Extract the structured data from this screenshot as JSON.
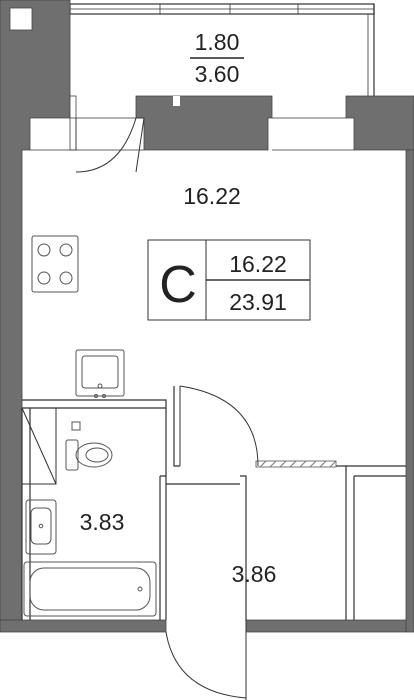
{
  "balcony": {
    "area_top": "1.80",
    "area_bottom": "3.60"
  },
  "rooms": {
    "living": "16.22",
    "bathroom": "3.83",
    "hallway": "3.86"
  },
  "legend": {
    "type_letter": "C",
    "living_area": "16.22",
    "total_area": "23.91"
  },
  "colors": {
    "wall": "#6f6f6f",
    "line": "#333333",
    "background": "#ffffff"
  },
  "icons": [
    "stove-icon",
    "kitchen-sink-icon",
    "toilet-icon",
    "bathroom-sink-icon",
    "bathtub-icon",
    "door-swing-icon"
  ]
}
